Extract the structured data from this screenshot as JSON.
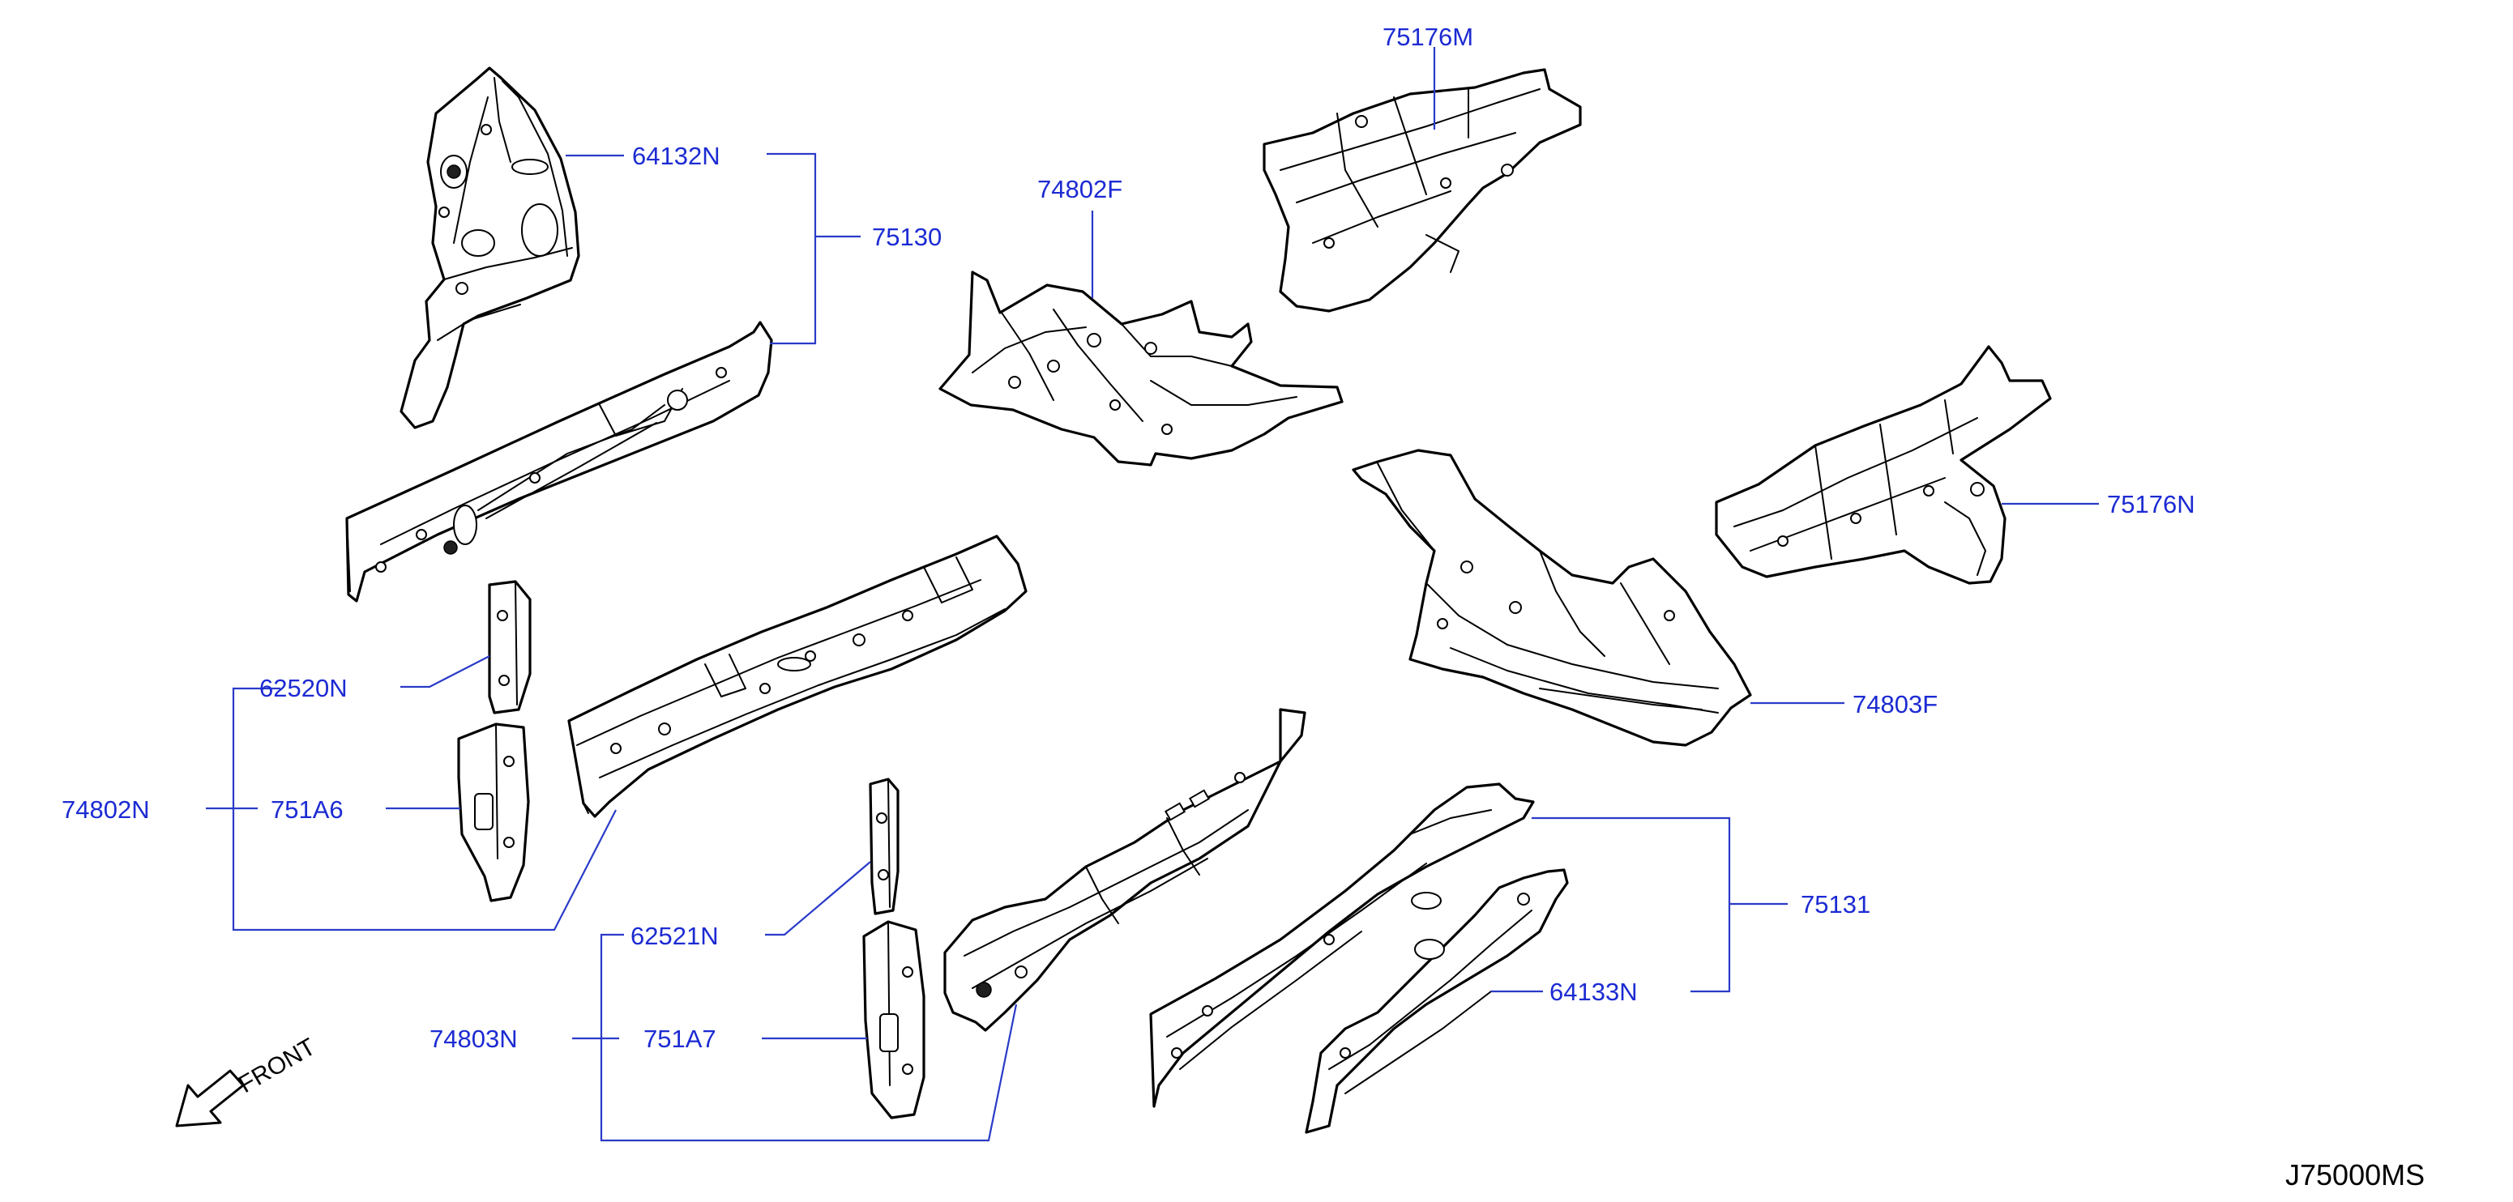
{
  "diagram": {
    "callouts": {
      "p64132N": "64132N",
      "p75130": "75130",
      "p74802F": "74802F",
      "p75176M": "75176M",
      "p75176N": "75176N",
      "p62520N": "62520N",
      "p74802N": "74802N",
      "p751A6": "751A6",
      "p74803F": "74803F",
      "p75131": "75131",
      "p62521N": "62521N",
      "p64133N": "64133N",
      "p74803N": "74803N",
      "p751A7": "751A7"
    },
    "front_label": "FRONT",
    "diagram_code": "J75000MS",
    "icons": {
      "front": "front-arrow-icon"
    },
    "colors": {
      "callout": "#1c2bd2",
      "leader": "#2a3bc8",
      "line_art": "#000000"
    }
  }
}
